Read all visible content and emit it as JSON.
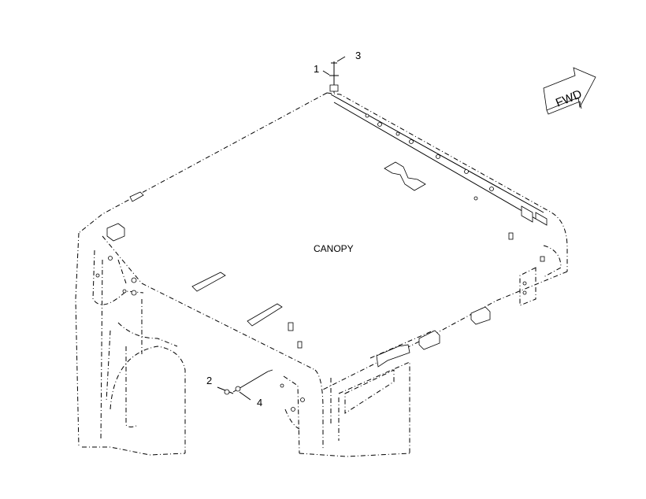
{
  "diagram": {
    "canopy_label": "CANOPY",
    "direction_label": "FWD",
    "callouts": [
      "1",
      "2",
      "3",
      "4"
    ]
  }
}
